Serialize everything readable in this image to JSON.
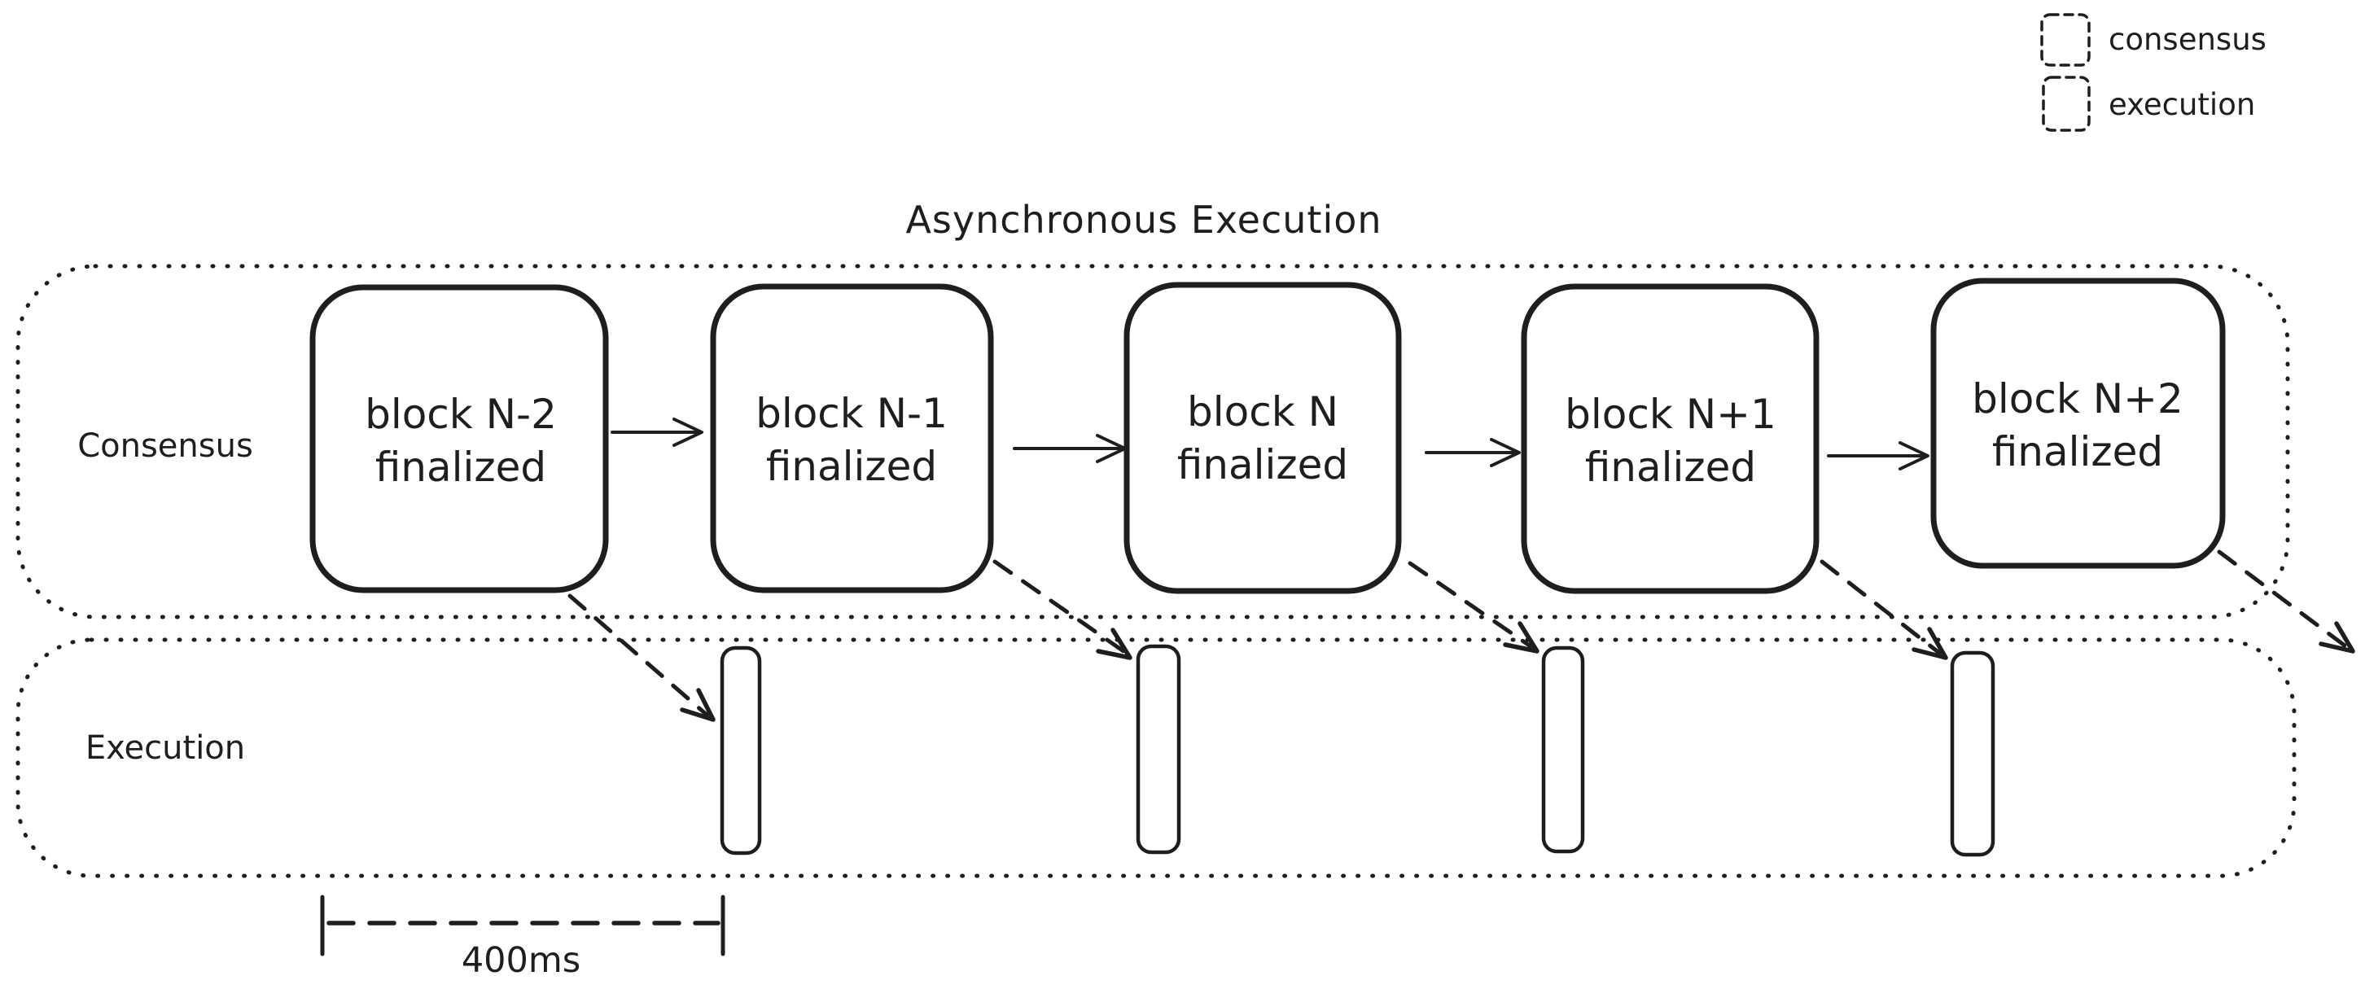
{
  "title": "Asynchronous Execution",
  "legend": {
    "items": [
      {
        "label": "consensus",
        "swatch": "orange-hatch"
      },
      {
        "label": "execution",
        "swatch": "blue-hatch"
      }
    ]
  },
  "lanes": {
    "consensus": "Consensus",
    "execution": "Execution"
  },
  "blocks": [
    {
      "line1": "block N-2",
      "line2": "finalized"
    },
    {
      "line1": "block N-1",
      "line2": "finalized"
    },
    {
      "line1": "block N",
      "line2": "finalized"
    },
    {
      "line1": "block N+1",
      "line2": "finalized"
    },
    {
      "line1": "block N+2",
      "line2": "finalized"
    }
  ],
  "execution_bars": {
    "count": 4
  },
  "measurement": {
    "label": "400ms"
  },
  "colors": {
    "stroke": "#1e1e1e",
    "consensus_hatch": "#f9a44d",
    "execution_hatch": "#a8d4f5"
  }
}
